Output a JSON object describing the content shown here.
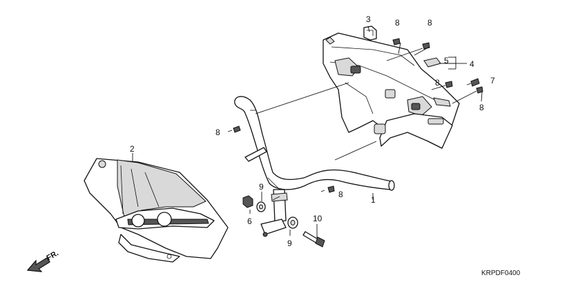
{
  "diagram": {
    "code": "KRPDF0400",
    "front_label": "FR.",
    "callouts": {
      "c1": "1",
      "c2": "2",
      "c3": "3",
      "c4": "4",
      "c5": "5",
      "c6": "6",
      "c7": "7",
      "c8a": "8",
      "c8b": "8",
      "c8c": "8",
      "c8d": "8",
      "c8e": "8",
      "c8f": "8",
      "c9a": "9",
      "c9b": "9",
      "c10": "10"
    }
  }
}
